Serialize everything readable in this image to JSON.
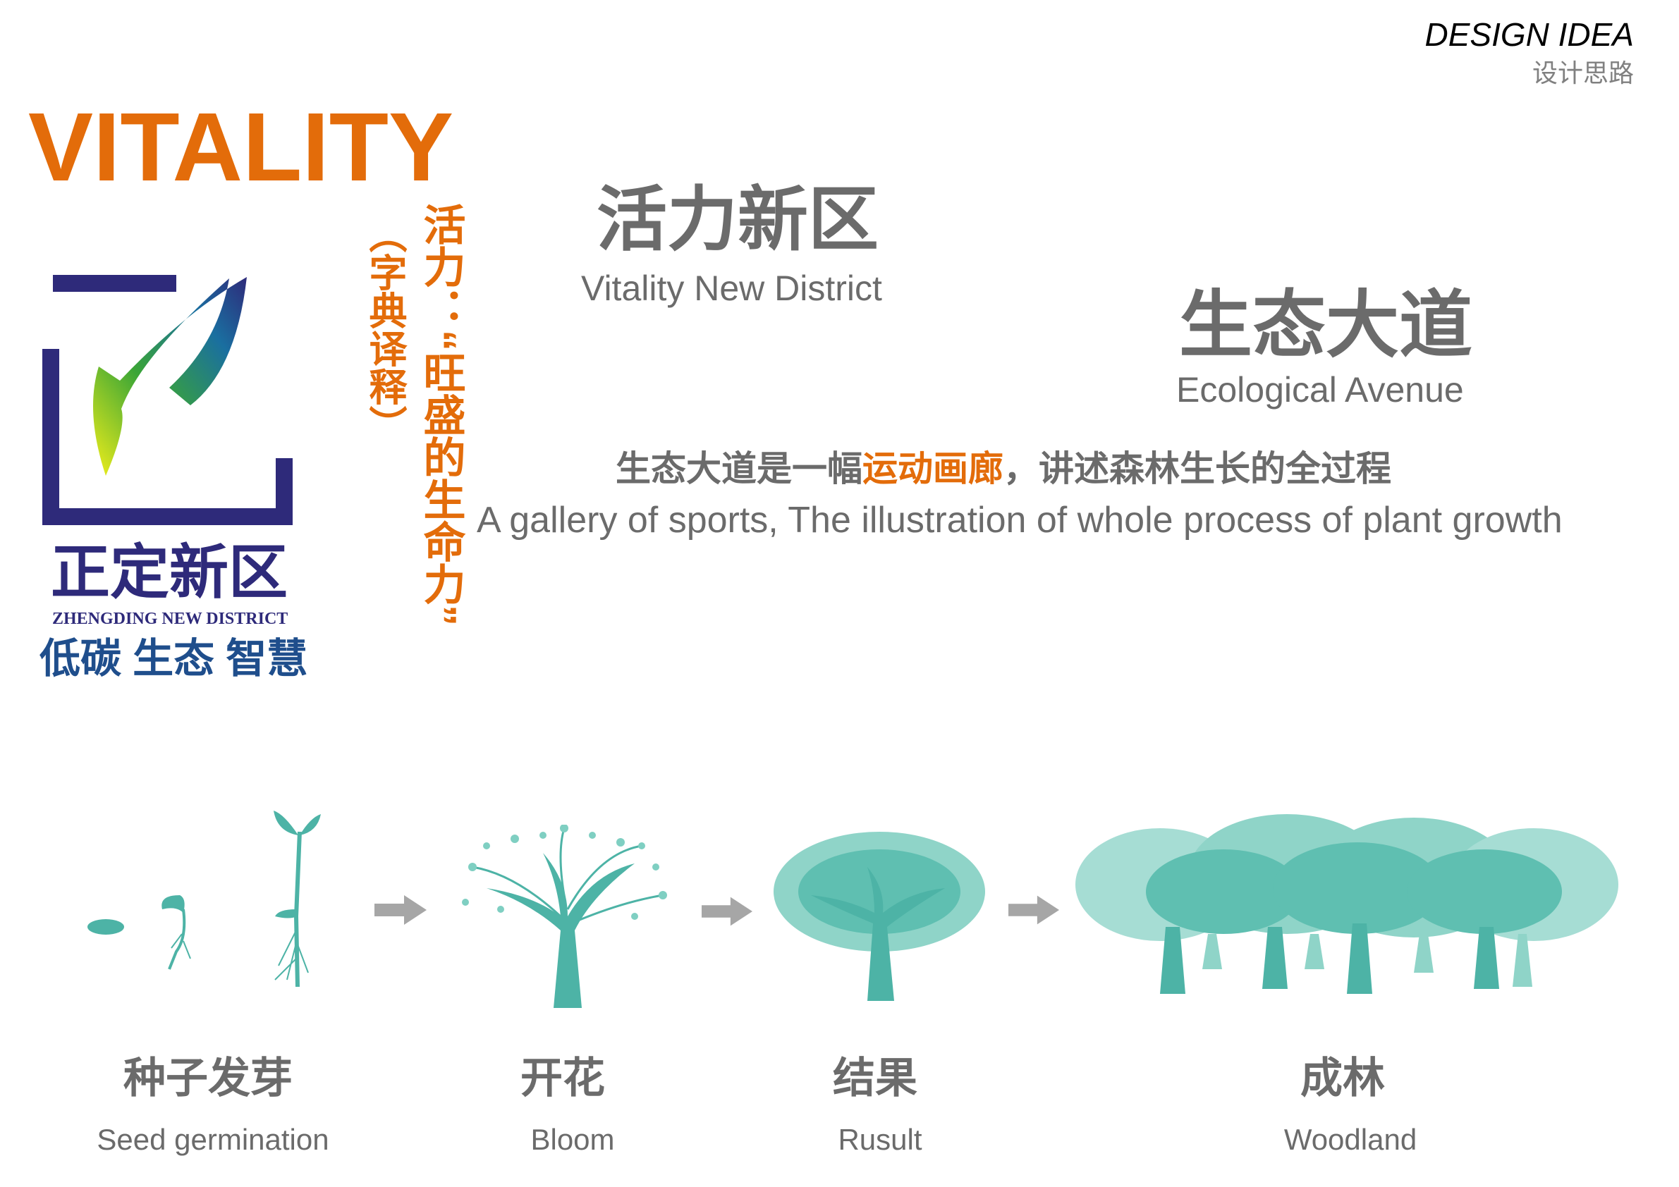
{
  "header": {
    "title_en": "DESIGN IDEA",
    "title_cn": "设计思路"
  },
  "vitality": {
    "word": "VITALITY",
    "vertical_definition": "活力：“旺盛的生命力”",
    "vertical_note": "（字典译释）"
  },
  "logo": {
    "name_cn": "正定新区",
    "name_en": "ZHENGDING NEW DISTRICT",
    "slogan": "低碳 生态 智慧"
  },
  "concepts": [
    {
      "cn": "活力新区",
      "en": "Vitality New District"
    },
    {
      "cn": "生态大道",
      "en": "Ecological Avenue"
    }
  ],
  "description": {
    "part1": "生态大道是一幅",
    "highlight": "运动画廊",
    "part2": "，讲述森林生长的全过程",
    "en": "A gallery of sports, The illustration of whole process of plant growth"
  },
  "stages": [
    {
      "cn": "种子发芽",
      "en": "Seed germination"
    },
    {
      "cn": "开花",
      "en": "Bloom"
    },
    {
      "cn": "结果",
      "en": "Rusult"
    },
    {
      "cn": "成林",
      "en": "Woodland"
    }
  ],
  "colors": {
    "accent": "#e36c0a",
    "teal": "#4db3a6",
    "navy": "#2e2a7a",
    "gray": "#6b6b6b"
  }
}
